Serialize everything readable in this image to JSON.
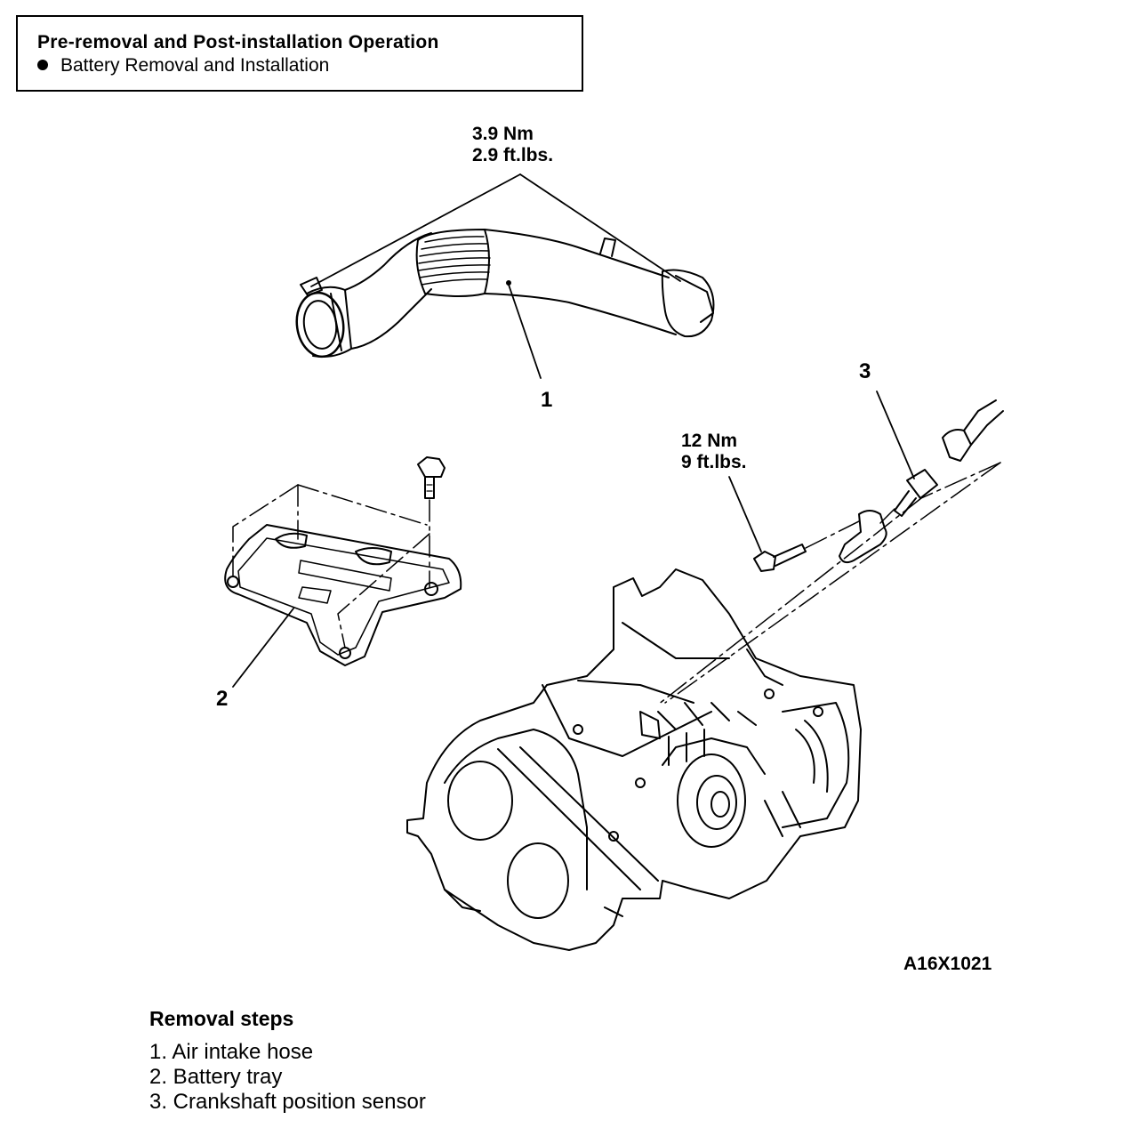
{
  "pre_op": {
    "title": "Pre-removal and Post-installation Operation",
    "items": [
      "Battery Removal and Installation"
    ]
  },
  "callouts": {
    "hose_torque_nm": "3.9 Nm",
    "hose_torque_ftlb": "2.9 ft.lbs.",
    "sensor_torque_nm": "12 Nm",
    "sensor_torque_ftlb": "9 ft.lbs.",
    "part_1": "1",
    "part_2": "2",
    "part_3": "3"
  },
  "figure_id": "A16X1021",
  "removal": {
    "heading": "Removal steps",
    "steps": [
      "1. Air intake hose",
      "2. Battery tray",
      "3. Crankshaft position sensor"
    ]
  }
}
